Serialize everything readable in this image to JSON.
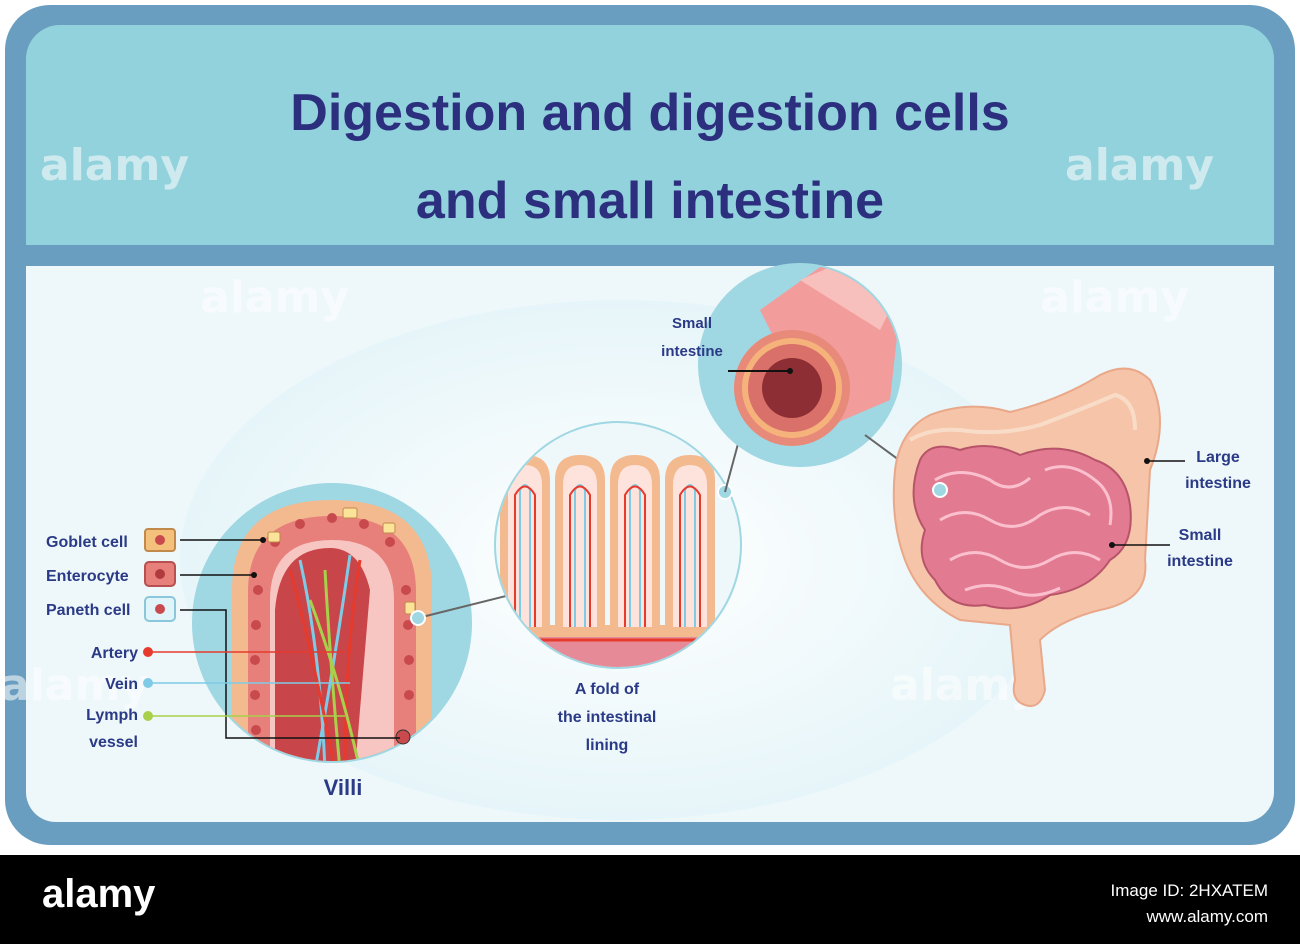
{
  "title": {
    "line1": "Digestion and digestion cells",
    "line2": "and small intestine"
  },
  "villi": {
    "legend": {
      "goblet": "Goblet cell",
      "enterocyte": "Enterocyte",
      "paneth": "Paneth cell",
      "artery": "Artery",
      "vein": "Vein",
      "lymph1": "Lymph",
      "lymph2": "vessel"
    },
    "caption": "Villi"
  },
  "fold": {
    "caption1": "A fold of",
    "caption2": "the intestinal",
    "caption3": "lining"
  },
  "tube": {
    "label1": "Small",
    "label2": "intestine"
  },
  "intestines": {
    "large1": "Large",
    "large2": "intestine",
    "small1": "Small",
    "small2": "intestine"
  },
  "watermark": "alamy",
  "footer": {
    "logo": "alamy",
    "image_id_label": "Image ID: 2HXATEM",
    "url": "www.alamy.com"
  },
  "colors": {
    "frame": "#6a9ec0",
    "header_bg": "#92d2dc",
    "panel_bg": "#eef8fb",
    "artery": "#e53a2c",
    "vein": "#7fcbe6",
    "lymph": "#a8d04a",
    "tissue": "#e88a8a"
  }
}
